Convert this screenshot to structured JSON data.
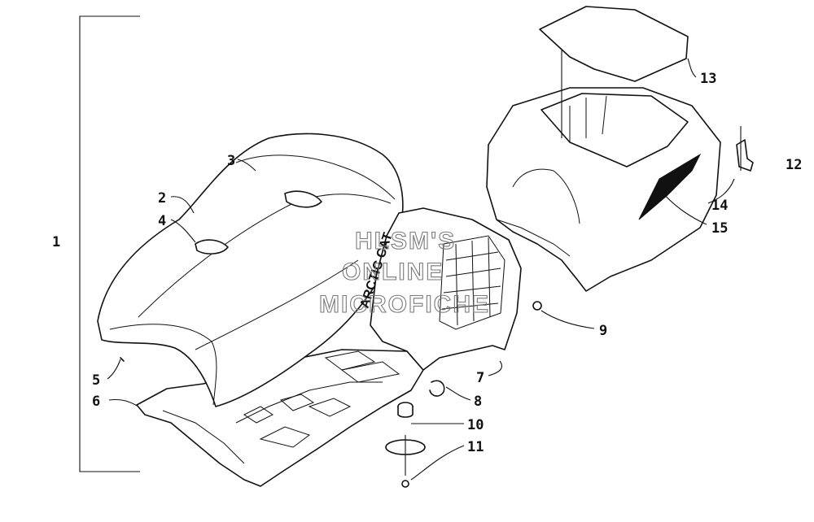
{
  "callouts": {
    "c1": "1",
    "c2": "2",
    "c3": "3",
    "c4": "4",
    "c5": "5",
    "c6": "6",
    "c7": "7",
    "c8": "8",
    "c9": "9",
    "c10": "10",
    "c11": "11",
    "c12": "12",
    "c13": "13",
    "c14": "14",
    "c15": "15"
  },
  "watermark": {
    "line1": "HLSM'S",
    "line2": "ONLINE",
    "line3": "MICROFICHE"
  },
  "seat_logo": "ARCTIC CAT"
}
